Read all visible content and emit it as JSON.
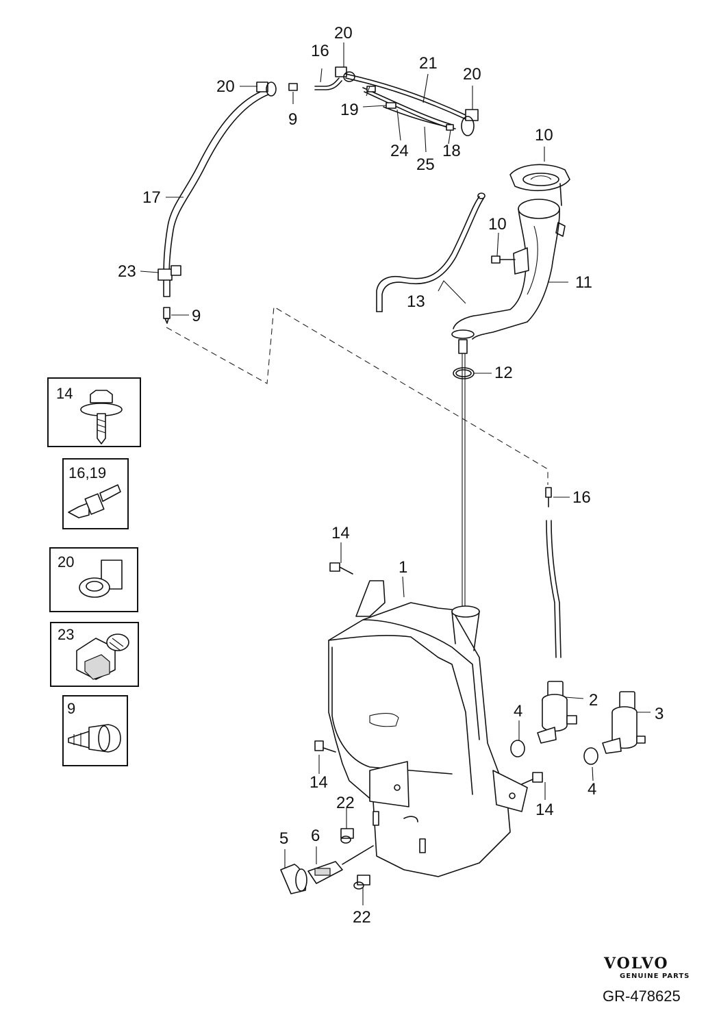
{
  "callouts": [
    "1",
    "2",
    "3",
    "4",
    "4",
    "5",
    "6",
    "9",
    "9",
    "10",
    "10",
    "11",
    "12",
    "13",
    "14",
    "14",
    "14",
    "16",
    "16",
    "17",
    "18",
    "19",
    "20",
    "20",
    "20",
    "21",
    "22",
    "22",
    "23",
    "24",
    "25"
  ],
  "insets": [
    {
      "label": "14"
    },
    {
      "label": "16,19"
    },
    {
      "label": "20"
    },
    {
      "label": "23"
    },
    {
      "label": "9"
    }
  ],
  "brand": {
    "logo_text": "VOLVO",
    "logo_subtext": "GENUINE PARTS",
    "drawing_number": "GR-478625"
  }
}
